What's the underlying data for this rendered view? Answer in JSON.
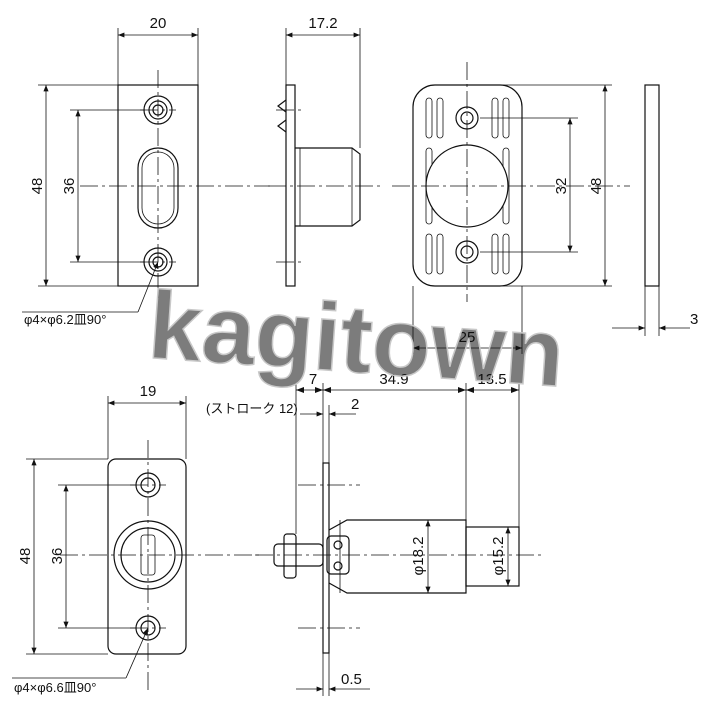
{
  "watermark": "kagitown",
  "top_left": {
    "width": "20",
    "height": "48",
    "hole_pitch": "36",
    "hole_note": "φ4×φ6.2皿90°"
  },
  "top_side": {
    "depth": "17.2"
  },
  "top_front": {
    "width": "25",
    "height": "48",
    "hole_pitch": "32"
  },
  "top_thin": {
    "thickness": "3"
  },
  "bottom_left": {
    "width": "19",
    "height": "48",
    "hole_pitch": "36",
    "hole_note": "φ4×φ6.6皿90°"
  },
  "bottom_side": {
    "stroke_note": "(ストローク 12)",
    "d1": "7",
    "d2": "34.9",
    "d3": "13.5",
    "d4": "2",
    "dia1": "φ18.2",
    "dia2": "φ15.2",
    "plate": "0.5"
  }
}
